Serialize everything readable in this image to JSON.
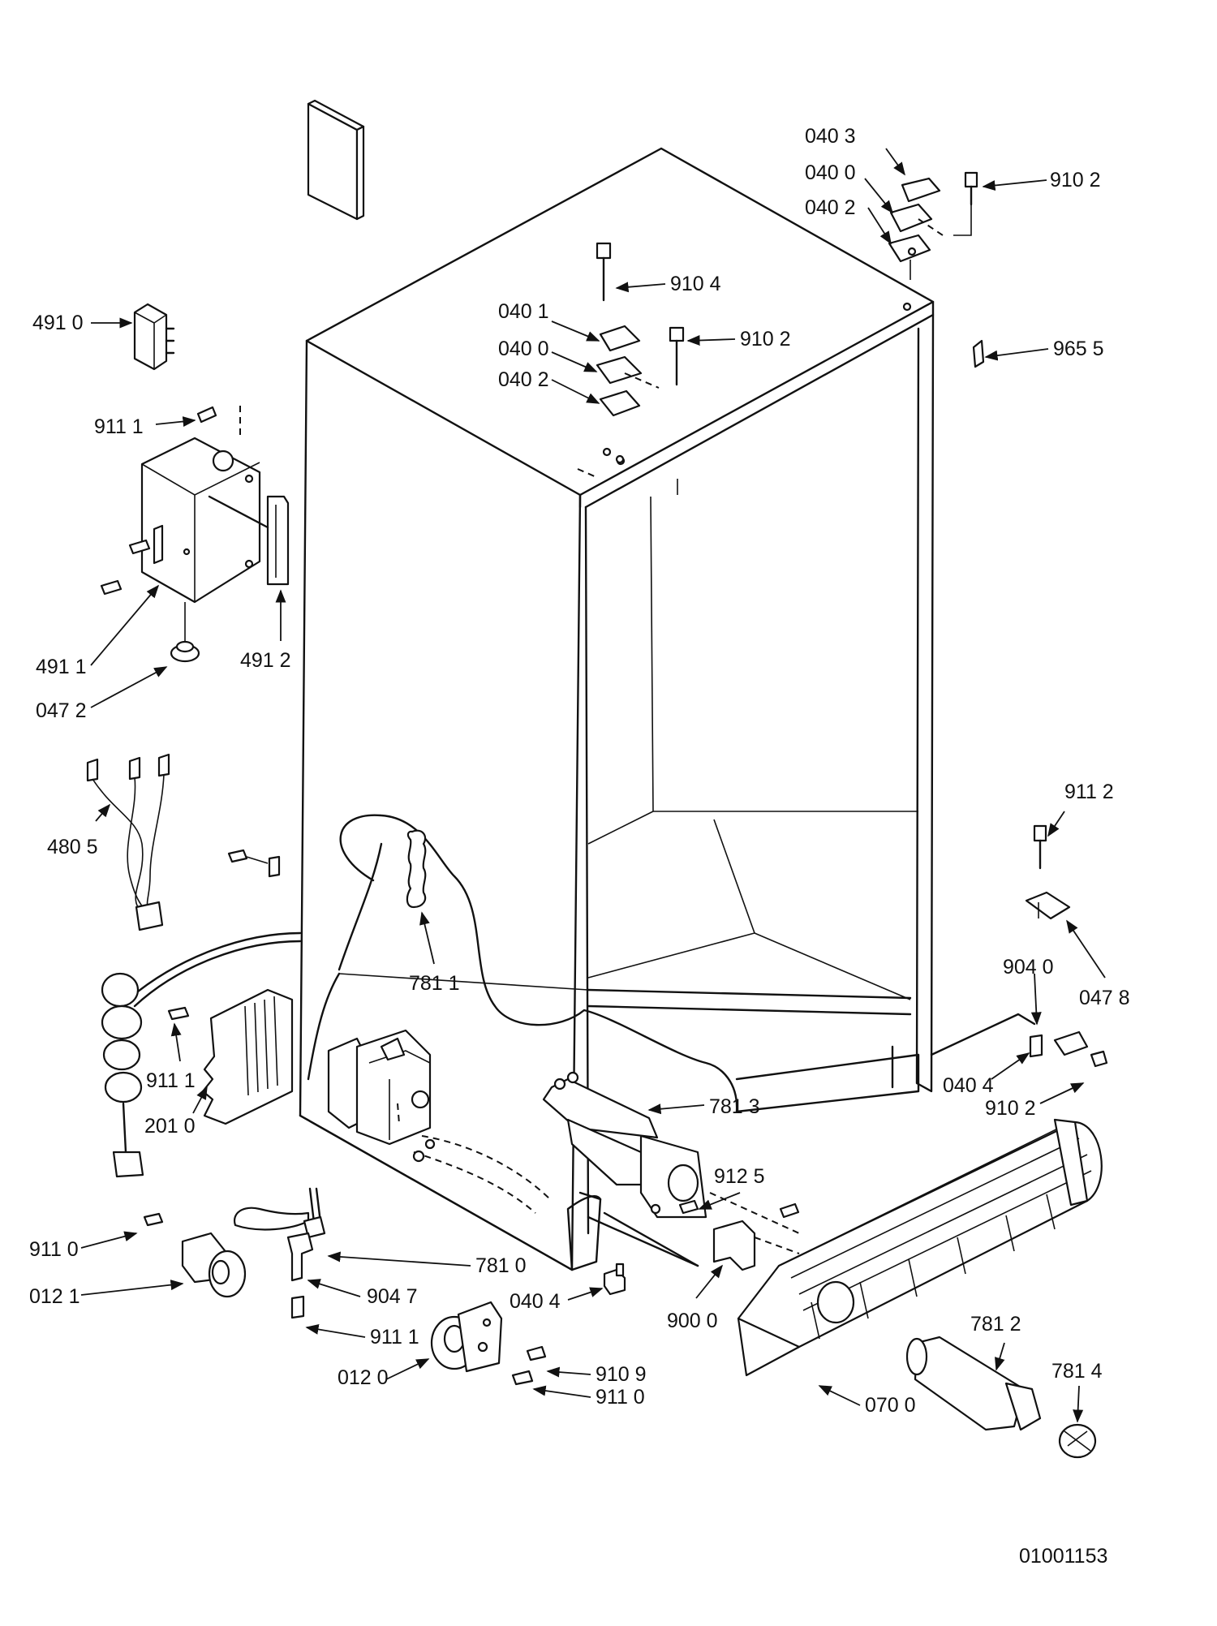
{
  "drawing_code": "01001153",
  "callouts": [
    {
      "id": "c-040-3-top",
      "text": "040 3"
    },
    {
      "id": "c-040-0-top",
      "text": "040 0"
    },
    {
      "id": "c-040-2-top",
      "text": "040 2"
    },
    {
      "id": "c-910-2-top",
      "text": "910 2"
    },
    {
      "id": "c-910-4",
      "text": "910 4"
    },
    {
      "id": "c-040-1",
      "text": "040 1"
    },
    {
      "id": "c-910-2-mid",
      "text": "910 2"
    },
    {
      "id": "c-040-0-mid",
      "text": "040 0"
    },
    {
      "id": "c-040-2-mid",
      "text": "040 2"
    },
    {
      "id": "c-965-5",
      "text": "965 5"
    },
    {
      "id": "c-491-0",
      "text": "491 0"
    },
    {
      "id": "c-911-1-top",
      "text": "911  1"
    },
    {
      "id": "c-491-1",
      "text": "491 1"
    },
    {
      "id": "c-491-2",
      "text": "491 2"
    },
    {
      "id": "c-047-2",
      "text": "047 2"
    },
    {
      "id": "c-480-5",
      "text": "480 5"
    },
    {
      "id": "c-781-1",
      "text": "781 1"
    },
    {
      "id": "c-911-2",
      "text": "911  2"
    },
    {
      "id": "c-904-0",
      "text": "904 0"
    },
    {
      "id": "c-047-8",
      "text": "047 8"
    },
    {
      "id": "c-911-1-mid",
      "text": "911 1"
    },
    {
      "id": "c-201-0",
      "text": "201 0"
    },
    {
      "id": "c-781-3",
      "text": "781 3"
    },
    {
      "id": "c-040-4-right",
      "text": "040 4"
    },
    {
      "id": "c-910-2-low",
      "text": "910 2"
    },
    {
      "id": "c-912-5",
      "text": "912 5"
    },
    {
      "id": "c-911-0-left",
      "text": "911 0"
    },
    {
      "id": "c-012-1",
      "text": "012 1"
    },
    {
      "id": "c-781-0",
      "text": "781 0"
    },
    {
      "id": "c-904-7",
      "text": "904 7"
    },
    {
      "id": "c-040-4-low",
      "text": "040 4"
    },
    {
      "id": "c-900-0",
      "text": "900 0"
    },
    {
      "id": "c-911-1-low",
      "text": "911 1"
    },
    {
      "id": "c-781-2",
      "text": "781 2"
    },
    {
      "id": "c-781-4",
      "text": "781 4"
    },
    {
      "id": "c-012-0",
      "text": "012 0"
    },
    {
      "id": "c-910-9",
      "text": "910 9"
    },
    {
      "id": "c-911-0-low",
      "text": "911 0"
    },
    {
      "id": "c-070-0",
      "text": "070 0"
    }
  ]
}
